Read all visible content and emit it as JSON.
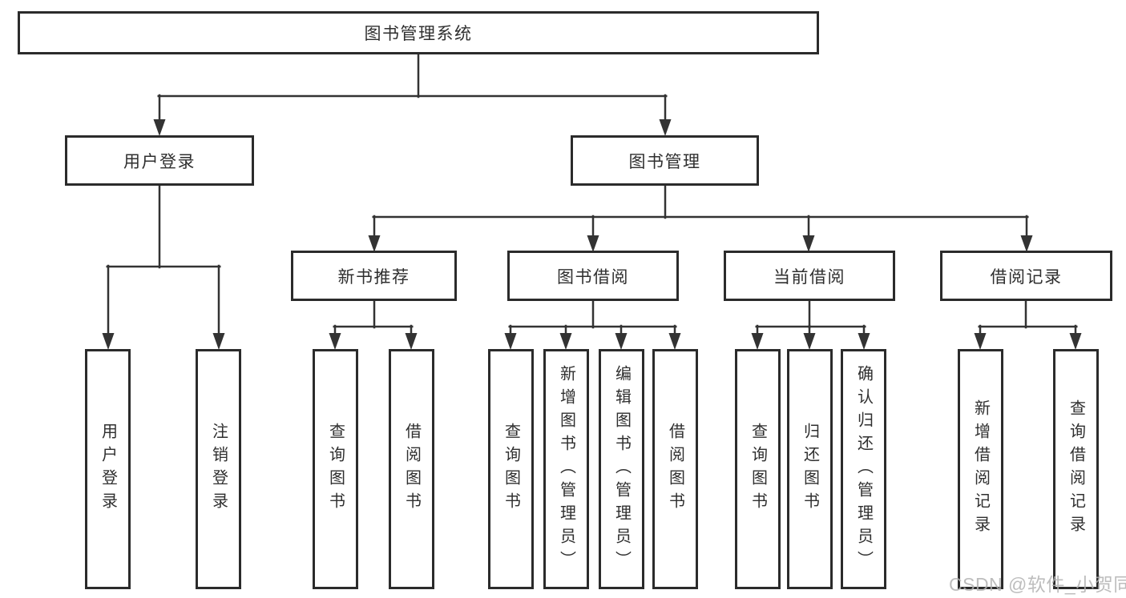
{
  "diagram": {
    "type": "tree",
    "root": {
      "label": "图书管理系统"
    },
    "branches": [
      {
        "label": "用户登录",
        "leaves": [
          {
            "label": "用户登录"
          },
          {
            "label": "注销登录"
          }
        ]
      },
      {
        "label": "图书管理",
        "groups": [
          {
            "label": "新书推荐",
            "leaves": [
              {
                "label": "查询图书"
              },
              {
                "label": "借阅图书"
              }
            ]
          },
          {
            "label": "图书借阅",
            "leaves": [
              {
                "label": "查询图书"
              },
              {
                "label": "新增图书（管理员）"
              },
              {
                "label": "编辑图书（管理员）"
              },
              {
                "label": "借阅图书"
              }
            ]
          },
          {
            "label": "当前借阅",
            "leaves": [
              {
                "label": "查询图书"
              },
              {
                "label": "归还图书"
              },
              {
                "label": "确认归还（管理员）"
              }
            ]
          },
          {
            "label": "借阅记录",
            "leaves": [
              {
                "label": "新增借阅记录"
              },
              {
                "label": "查询借阅记录"
              }
            ]
          }
        ]
      }
    ],
    "colors": {
      "line": "#333333",
      "border": "#2b2b2b",
      "text": "#2f2f2f",
      "background": "#ffffff"
    }
  },
  "watermark": {
    "text": "CSDN @软件_小贺同学",
    "color": "#b2b2b2"
  }
}
